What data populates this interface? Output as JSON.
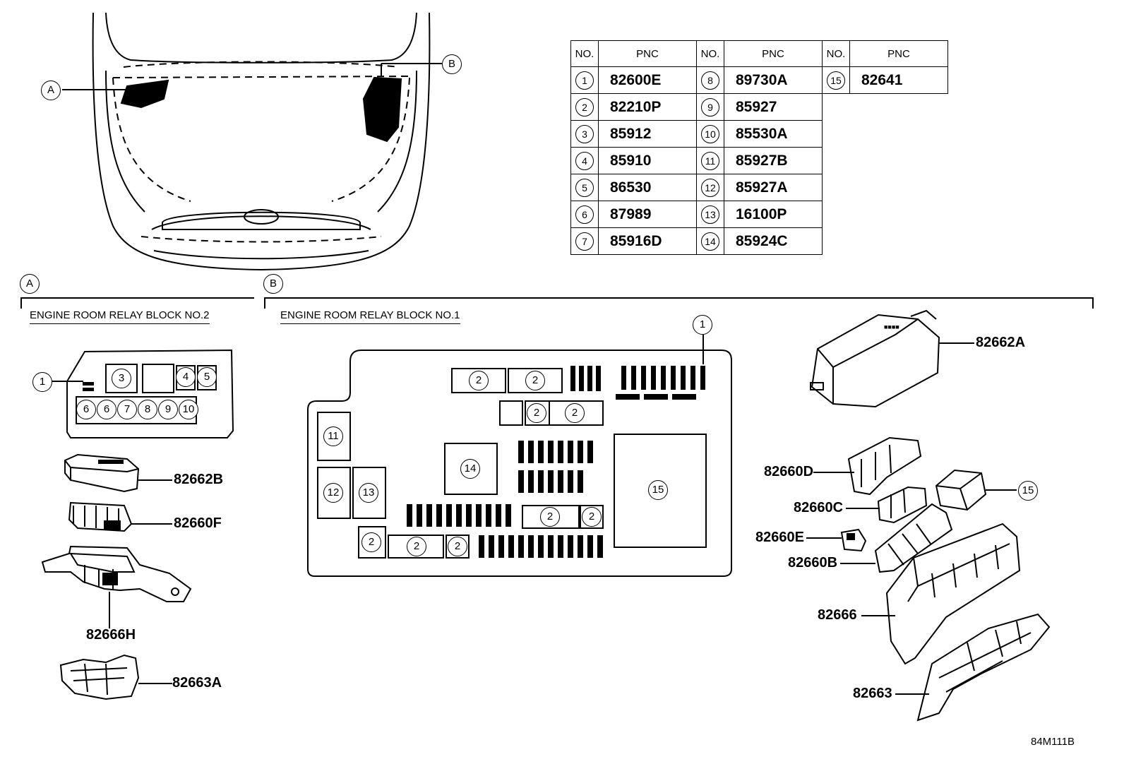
{
  "table": {
    "headers": [
      "NO.",
      "PNC",
      "NO.",
      "PNC",
      "NO.",
      "PNC"
    ],
    "rows": [
      [
        {
          "no": "1",
          "pnc": "82600E"
        },
        {
          "no": "8",
          "pnc": "89730A"
        },
        {
          "no": "15",
          "pnc": "82641"
        }
      ],
      [
        {
          "no": "2",
          "pnc": "82210P"
        },
        {
          "no": "9",
          "pnc": "85927"
        }
      ],
      [
        {
          "no": "3",
          "pnc": "85912"
        },
        {
          "no": "10",
          "pnc": "85530A"
        }
      ],
      [
        {
          "no": "4",
          "pnc": "85910"
        },
        {
          "no": "11",
          "pnc": "85927B"
        }
      ],
      [
        {
          "no": "5",
          "pnc": "86530"
        },
        {
          "no": "12",
          "pnc": "85927A"
        }
      ],
      [
        {
          "no": "6",
          "pnc": "87989"
        },
        {
          "no": "13",
          "pnc": "16100P"
        }
      ],
      [
        {
          "no": "7",
          "pnc": "85916D"
        },
        {
          "no": "14",
          "pnc": "85924C"
        }
      ]
    ]
  },
  "callouts": {
    "a": "A",
    "b": "B"
  },
  "sections": {
    "a_title": "ENGINE ROOM RELAY BLOCK NO.2",
    "b_title": "ENGINE ROOM RELAY BLOCK NO.1"
  },
  "block2": {
    "slots": [
      "3",
      "4",
      "5",
      "6",
      "6",
      "7",
      "8",
      "9",
      "10"
    ],
    "pointer": "1"
  },
  "block1": {
    "slots": [
      "1",
      "2",
      "2",
      "2",
      "2",
      "2",
      "2",
      "2",
      "2",
      "2",
      "11",
      "12",
      "13",
      "14",
      "15"
    ]
  },
  "parts_a": [
    "82662B",
    "82660F",
    "82666H",
    "82663A"
  ],
  "parts_b": [
    "82662A",
    "82660D",
    "82660C",
    "82660E",
    "82660B",
    "82666",
    "82663"
  ],
  "parts_b_ref": "15",
  "figure_code": "84M111B"
}
